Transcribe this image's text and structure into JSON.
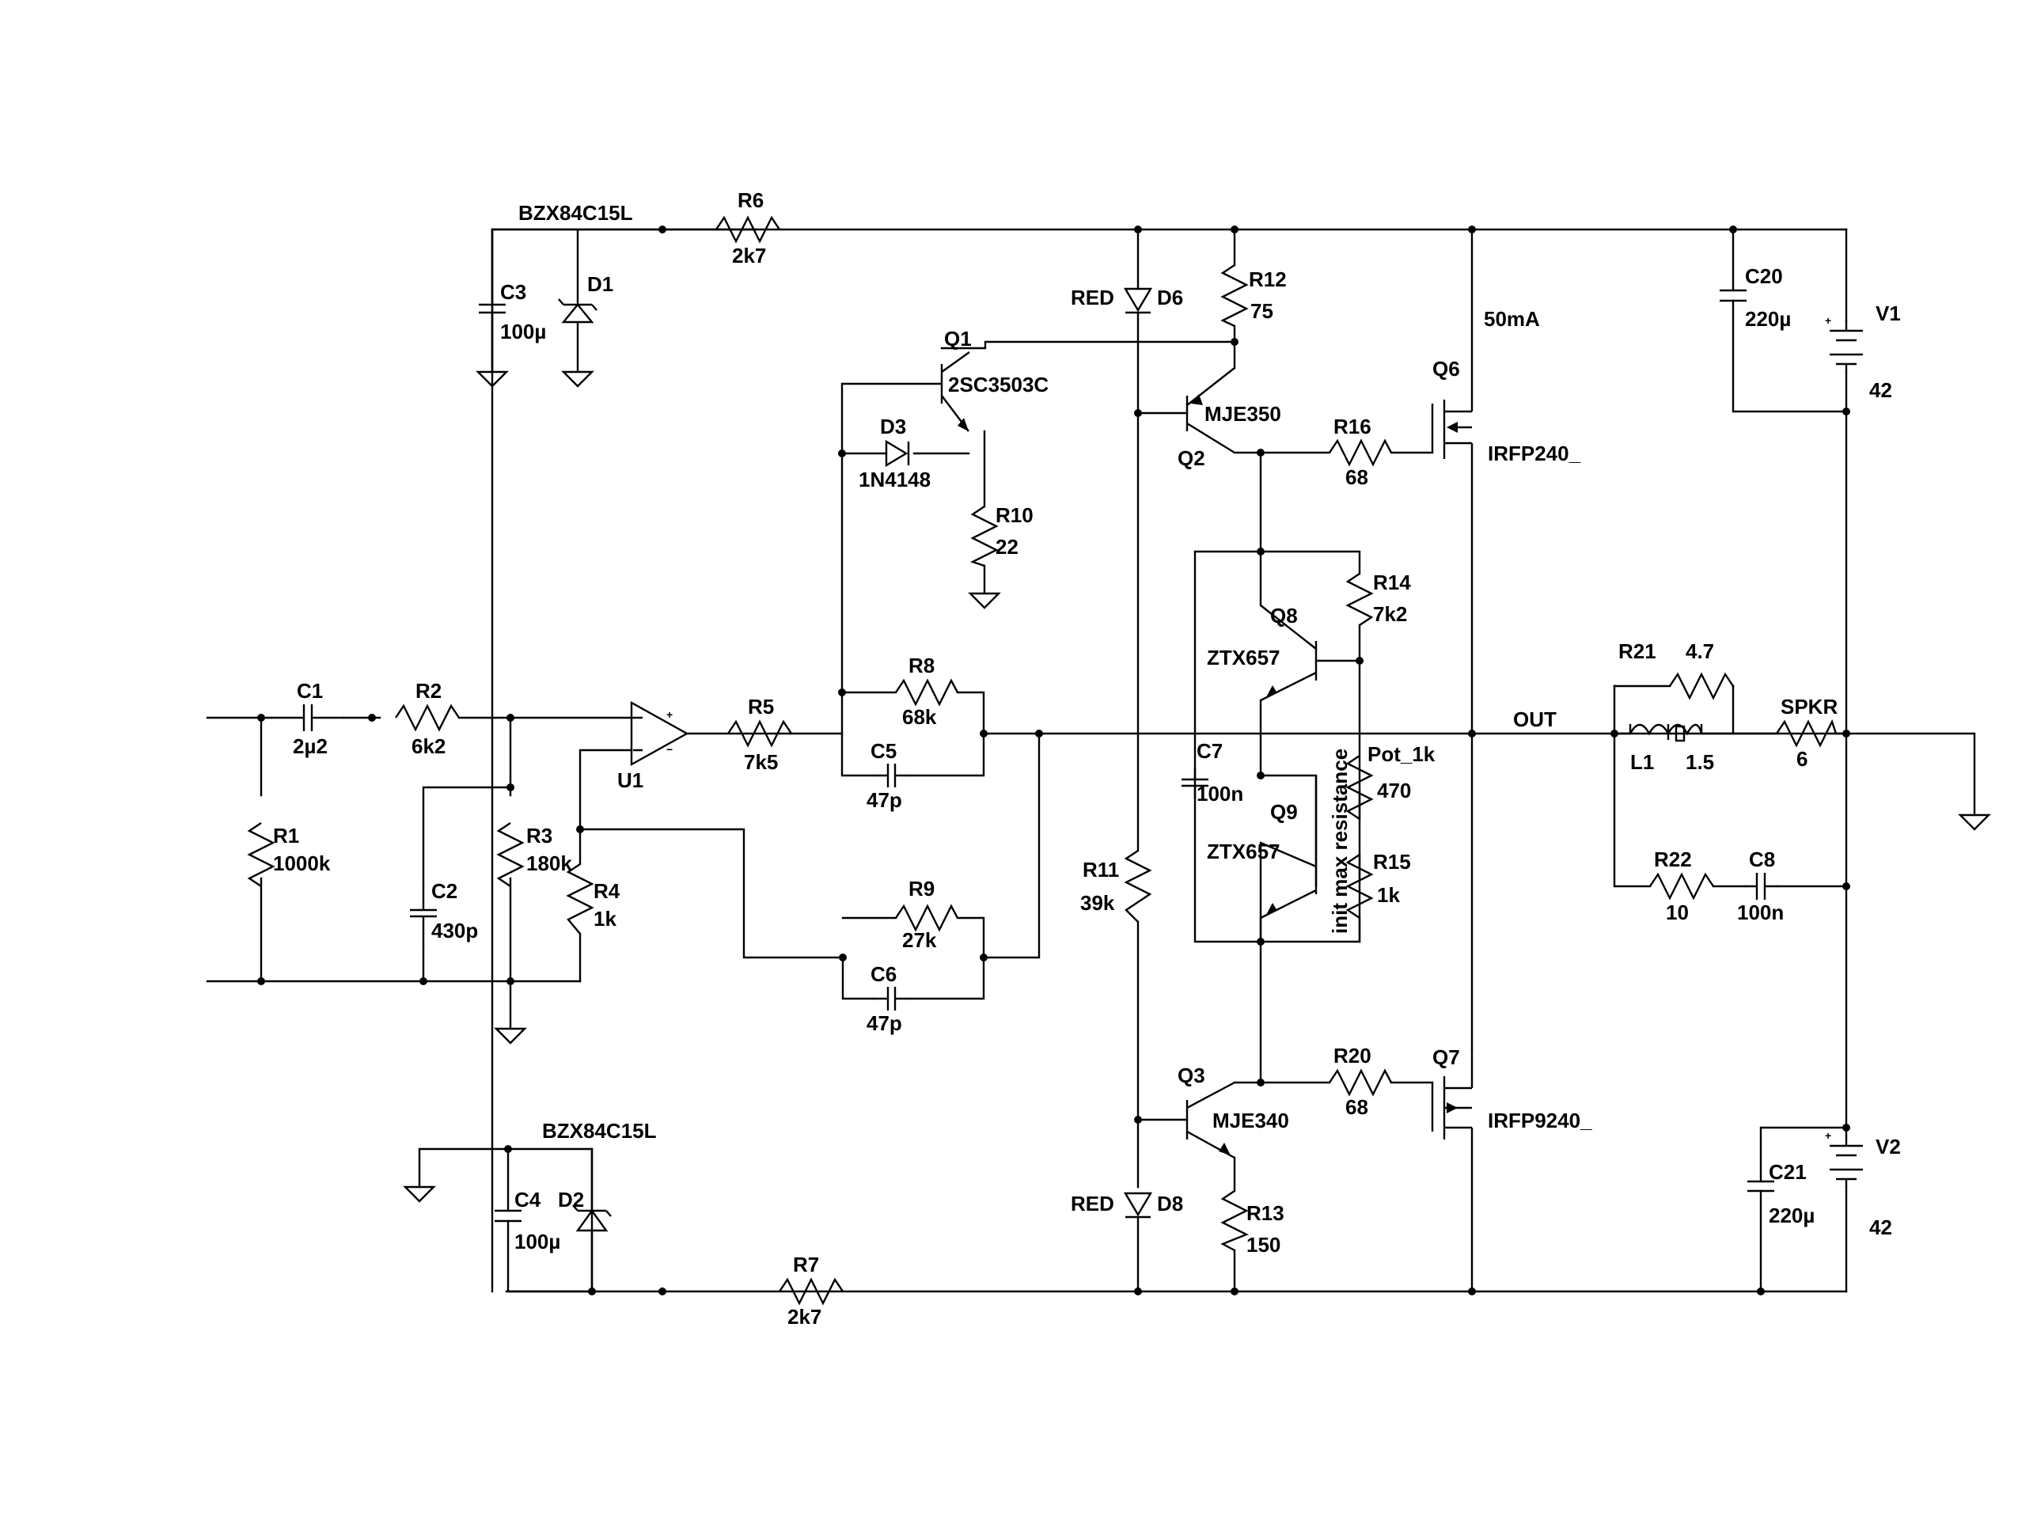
{
  "components": {
    "C1": {
      "ref": "C1",
      "value": "2µ2"
    },
    "R2": {
      "ref": "R2",
      "value": "6k2"
    },
    "R1": {
      "ref": "R1",
      "value": "1000k"
    },
    "C2": {
      "ref": "C2",
      "value": "430p"
    },
    "R3": {
      "ref": "R3",
      "value": "180k"
    },
    "R4": {
      "ref": "R4",
      "value": "1k"
    },
    "U1": {
      "ref": "U1"
    },
    "C3": {
      "ref": "C3",
      "value": "100µ"
    },
    "D1": {
      "ref": "D1",
      "value": "BZX84C15L"
    },
    "C4": {
      "ref": "C4",
      "value": "100µ"
    },
    "D2": {
      "ref": "D2",
      "value": "BZX84C15L"
    },
    "R6": {
      "ref": "R6",
      "value": "2k7"
    },
    "R7": {
      "ref": "R7",
      "value": "2k7"
    },
    "R5": {
      "ref": "R5",
      "value": "7k5"
    },
    "Q1": {
      "ref": "Q1",
      "value": "2SC3503C"
    },
    "D3": {
      "ref": "D3",
      "value": "1N4148"
    },
    "R10": {
      "ref": "R10",
      "value": "22"
    },
    "R8": {
      "ref": "R8",
      "value": "68k"
    },
    "C5": {
      "ref": "C5",
      "value": "47p"
    },
    "R9": {
      "ref": "R9",
      "value": "27k"
    },
    "C6": {
      "ref": "C6",
      "value": "47p"
    },
    "D6": {
      "ref": "D6",
      "value": "RED"
    },
    "D8": {
      "ref": "D8",
      "value": "RED"
    },
    "R11": {
      "ref": "R11",
      "value": "39k"
    },
    "R12": {
      "ref": "R12",
      "value": "75"
    },
    "Q2": {
      "ref": "Q2",
      "value": "MJE350"
    },
    "Q3": {
      "ref": "Q3",
      "value": "MJE340"
    },
    "R13": {
      "ref": "R13",
      "value": "150"
    },
    "R14": {
      "ref": "R14",
      "value": "7k2"
    },
    "Q8": {
      "ref": "Q8",
      "value": "ZTX657"
    },
    "Q9": {
      "ref": "Q9",
      "value": "ZTX657"
    },
    "C7": {
      "ref": "C7",
      "value": "100n"
    },
    "Pot_1k": {
      "ref": "Pot_1k",
      "value": "470",
      "note": "init max resistance"
    },
    "R15": {
      "ref": "R15",
      "value": "1k"
    },
    "R16": {
      "ref": "R16",
      "value": "68"
    },
    "R20": {
      "ref": "R20",
      "value": "68"
    },
    "Q6": {
      "ref": "Q6",
      "value": "IRFP240_",
      "current": "50mA"
    },
    "Q7": {
      "ref": "Q7",
      "value": "IRFP9240_"
    },
    "C20": {
      "ref": "C20",
      "value": "220µ"
    },
    "C21": {
      "ref": "C21",
      "value": "220µ"
    },
    "V1": {
      "ref": "V1",
      "value": "42"
    },
    "V2": {
      "ref": "V2",
      "value": "42"
    },
    "R21": {
      "ref": "R21",
      "value": "4.7"
    },
    "L1": {
      "ref": "L1",
      "value": "1.5"
    },
    "SPKR": {
      "ref": "SPKR",
      "value": "6"
    },
    "R22": {
      "ref": "R22",
      "value": "10"
    },
    "C8": {
      "ref": "C8",
      "value": "100n"
    }
  },
  "nets": {
    "out": "OUT"
  },
  "symbols": {
    "opamp_plus": "+",
    "opamp_minus": "−",
    "battery_plus": "+"
  }
}
